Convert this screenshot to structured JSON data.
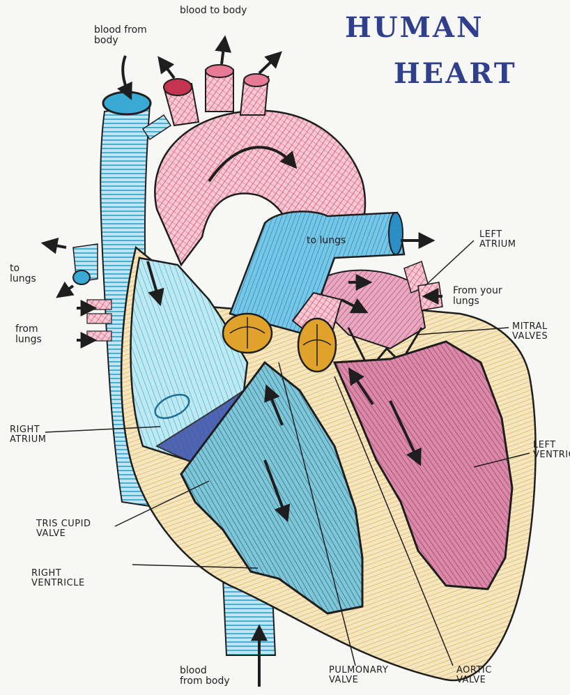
{
  "title": {
    "line1": "HUMAN",
    "line2": "HEART"
  },
  "labels": {
    "blood_to_body_top": "blood to body",
    "blood_from_body_top": "blood from\nbody",
    "to_lungs_left": "to\nlungs",
    "from_lungs_left": "from\nlungs",
    "to_lungs_center": "to lungs",
    "left_atrium": "LEFT\nATRIUM",
    "from_your_lungs": "From your\nlungs",
    "mitral_valves": "MITRAL\nVALVES",
    "right_atrium": "RIGHT\nATRIUM",
    "left_ventricle": "LEFT\nVENTRIC",
    "tricuspid_valve": "TRIS CUPID\nVALVE",
    "right_ventricle": "RIGHT\nVENTRICLE",
    "blood_from_body_bottom": "blood\nfrom body",
    "pulmonary_valve": "PULMONARY\nVALVE",
    "aortic_valve": "AORTIC\nVALVE"
  },
  "colors": {
    "vein_blue": "#4fb3d9",
    "artery_red": "#e05a78",
    "left_chamber": "#b94f7a",
    "right_chamber": "#3a9fbf",
    "muscle_wall": "#f0d7a0",
    "valve_orange": "#e0a22a",
    "title_blue": "#2f3f8c",
    "ink": "#1e1e1e"
  }
}
